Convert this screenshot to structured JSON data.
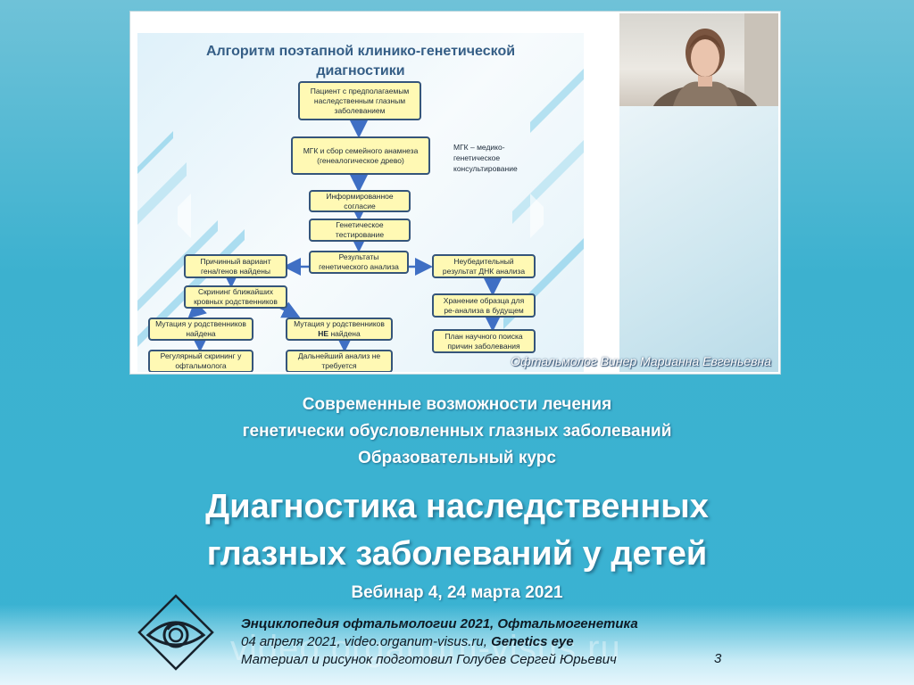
{
  "slide": {
    "title_line1": "Алгоритм поэтапной клинико-генетической",
    "title_line2": "диагностики",
    "boxes": {
      "patient_line1": "Пациент с предполагаемым",
      "patient_line2": "наследственным глазным",
      "patient_line3": "заболеванием",
      "mgk_line1": "МГК и сбор семейного анамнеза",
      "mgk_line2": "(генеалогическое древо)",
      "consent_line1": "Информированное",
      "consent_line2": "согласие",
      "testing_line1": "Генетическое",
      "testing_line2": "тестирование",
      "results_line1": "Результаты",
      "results_line2": "генетического анализа",
      "cause_line1": "Причинный вариант",
      "cause_line2": "гена/генов найдены",
      "unconvincing_line1": "Неубедительный",
      "unconvincing_line2": "результат ДНК анализа",
      "screening_line1": "Скрининг ближайших",
      "screening_line2": "кровных родственников",
      "storage_line1": "Хранение образца для",
      "storage_line2": "ре-анализа в будущем",
      "mut_found_line1": "Мутация у родственников",
      "mut_found_line2": "найдена",
      "mut_notfound_line1": "Мутация у родственников",
      "mut_notfound_bold": "НЕ",
      "mut_notfound_rest": " найдена",
      "plan_line1": "План научного поиска",
      "plan_line2": "причин заболевания",
      "regular_line1": "Регулярный скрининг у",
      "regular_line2": "офтальмолога",
      "further_line1": "Дальнейший анализ не",
      "further_line2": "требуется"
    },
    "note_line1": "МГК – медико-",
    "note_line2": "генетическое",
    "note_line3": "консультирование"
  },
  "caption": "Офтальмолог Винер Марианна Евгеньевна",
  "course": {
    "line1": "Современные возможности лечения",
    "line2": "генетически обусловленных глазных заболеваний",
    "line3": "Образовательный курс"
  },
  "title": {
    "line1": "Диагностика наследственных",
    "line2": "глазных заболеваний у детей"
  },
  "webinar": "Вебинар  4, 24 марта 2021",
  "footer": {
    "line1": "Энциклопедия офтальмологии 2021, Офтальмогенетика",
    "line2_prefix": "04 апреля 2021, video.organum-visus.ru, ",
    "line2_bold": "Genetics eye",
    "line3": "Материал и рисунок подготовил Голубев Сергей Юрьевич",
    "page": "3"
  },
  "watermark": "video.organum-visus.ru",
  "colors": {
    "background": "#3cb1cf",
    "box_fill": "#fff9b4",
    "box_border": "#35557a",
    "arrow": "#3f6fc4",
    "slide_title": "#355e86"
  }
}
